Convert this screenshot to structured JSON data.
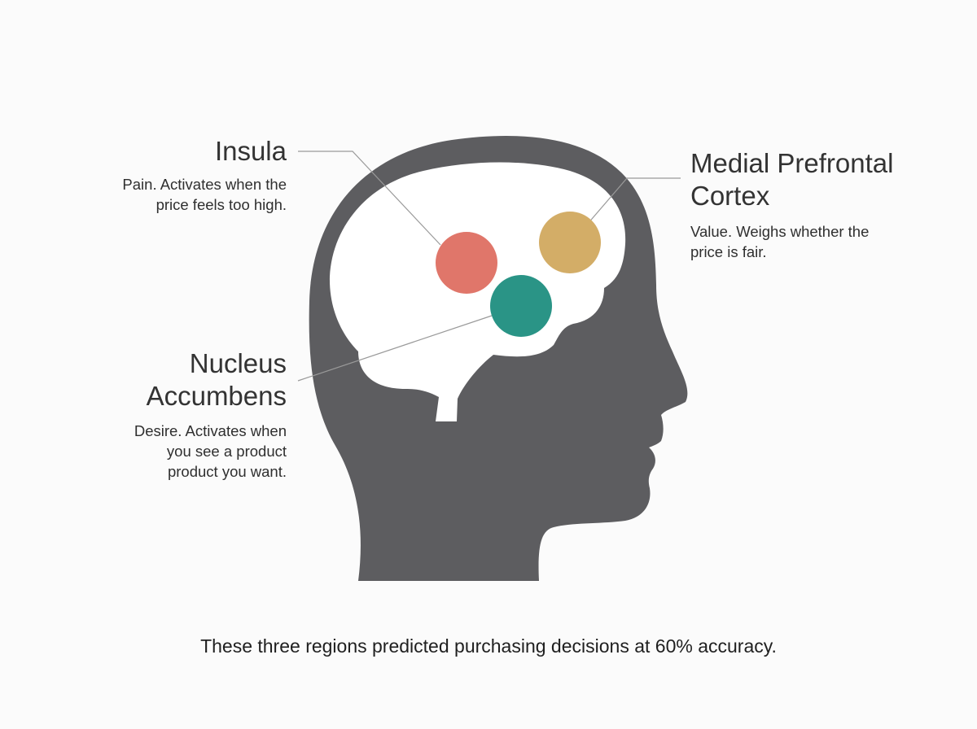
{
  "colors": {
    "background": "#fbfbfb",
    "head": "#5d5d60",
    "brain": "#ffffff",
    "leader_line": "#9a9a9a",
    "insula": "#e0766a",
    "nucleus_accumbens": "#2a9486",
    "medial_prefrontal_cortex": "#d3ad67"
  },
  "regions": {
    "insula": {
      "title": "Insula",
      "desc_lines": [
        "Pain. Activates when the",
        "price feels too high."
      ]
    },
    "medial_prefrontal_cortex": {
      "title_lines": [
        "Medial Prefrontal",
        "Cortex"
      ],
      "desc_lines": [
        "Value. Weighs whether the",
        "price is fair."
      ]
    },
    "nucleus_accumbens": {
      "title_lines": [
        "Nucleus",
        "Accumbens"
      ],
      "desc_lines": [
        "Desire. Activates when",
        "you see a product",
        "product you want."
      ]
    }
  },
  "caption": "These three regions predicted purchasing decisions at 60% accuracy."
}
